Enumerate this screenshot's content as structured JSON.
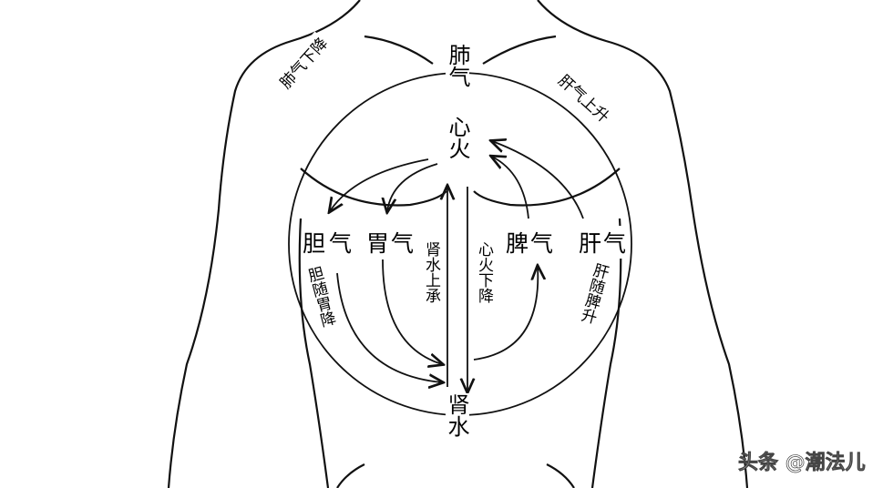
{
  "diagram": {
    "nodes": {
      "lung": "肺气",
      "heart": "心火",
      "gallbladder": "胆气",
      "stomach": "胃气",
      "spleen": "脾气",
      "liver": "肝气",
      "kidney": "肾水"
    },
    "flows": {
      "lung_descend": "肺气下降",
      "liver_ascend": "肝气上升",
      "kidney_rise": "肾水上承",
      "heart_descend": "心火下降",
      "gall_follow_stomach": "胆随胃降",
      "liver_follow_spleen": "肝随脾升"
    }
  },
  "watermark": "头条 @潮法儿",
  "colors": {
    "line": "#111111",
    "background": "#ffffff"
  }
}
